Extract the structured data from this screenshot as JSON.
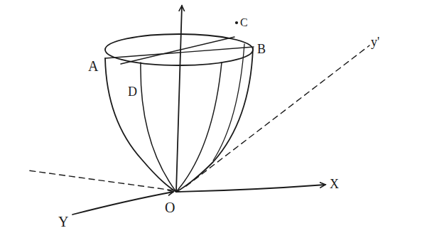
{
  "diagram": {
    "labels": [
      "A",
      "C",
      "B",
      "y'",
      "D",
      "O",
      "X",
      "Y"
    ]
  }
}
